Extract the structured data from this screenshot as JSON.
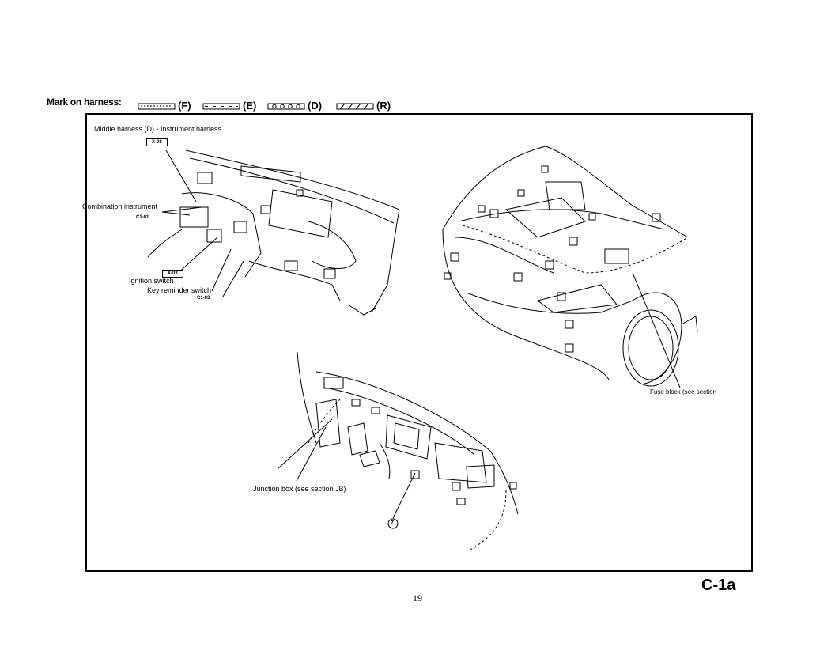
{
  "legend": {
    "title": "Mark on harness:",
    "items": [
      {
        "code": "(F)"
      },
      {
        "code": "(E)"
      },
      {
        "code": "(D)"
      },
      {
        "code": "(R)"
      }
    ]
  },
  "labels": {
    "middle_harness": "Middle harness (D) - Instrument harness",
    "combination_instrument": "Combination instrument",
    "ignition_switch": "Ignition switch",
    "key_reminder_switch": "Key reminder switch",
    "fuse_block": "Fuse block (see section",
    "junction_box": "Junction box (see section JB)"
  },
  "tags": {
    "x08": "X-08",
    "c101": "C1-01",
    "x03": "X-03",
    "c103": "C1-03",
    "ground": "7"
  },
  "footer": {
    "page_code": "C-1a",
    "page_number": "19"
  }
}
